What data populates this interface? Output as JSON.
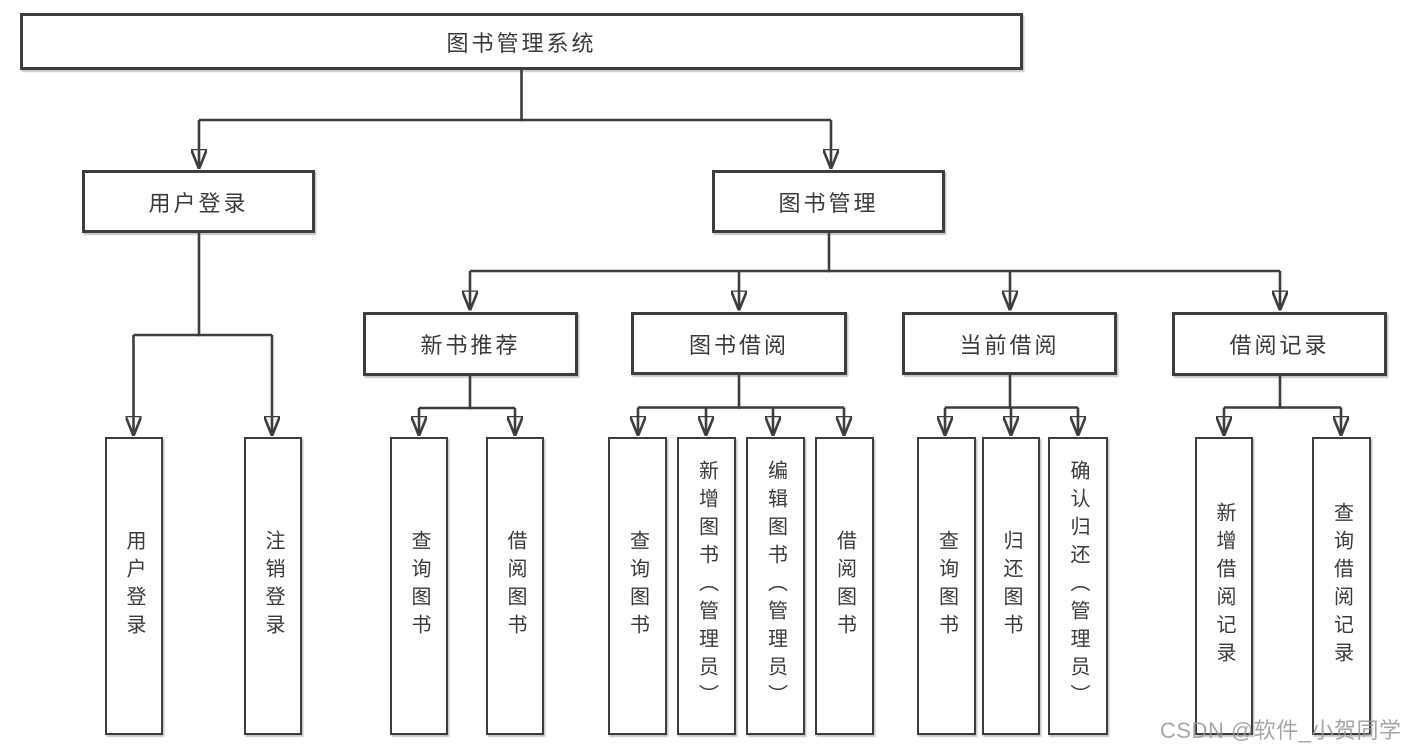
{
  "tree": {
    "label": "图书管理系统",
    "children": [
      {
        "label": "用户登录",
        "children": [
          {
            "label": "用户登录"
          },
          {
            "label": "注销登录"
          }
        ]
      },
      {
        "label": "图书管理",
        "children": [
          {
            "label": "新书推荐",
            "children": [
              {
                "label": "查询图书"
              },
              {
                "label": "借阅图书"
              }
            ]
          },
          {
            "label": "图书借阅",
            "children": [
              {
                "label": "查询图书"
              },
              {
                "label": "新增图书（管理员）"
              },
              {
                "label": "编辑图书（管理员）"
              },
              {
                "label": "借阅图书"
              }
            ]
          },
          {
            "label": "当前借阅",
            "children": [
              {
                "label": "查询图书"
              },
              {
                "label": "归还图书"
              },
              {
                "label": "确认归还（管理员）"
              }
            ]
          },
          {
            "label": "借阅记录",
            "children": [
              {
                "label": "新增借阅记录"
              },
              {
                "label": "查询借阅记录"
              }
            ]
          }
        ]
      }
    ]
  },
  "watermark": {
    "text": "CSDN @软件_小贺同学"
  },
  "colors": {
    "line": "#3d3d3d",
    "box_border": "#3d3d3d",
    "text": "#3a3a3a",
    "watermark": "#969696",
    "background": "#ffffff"
  }
}
